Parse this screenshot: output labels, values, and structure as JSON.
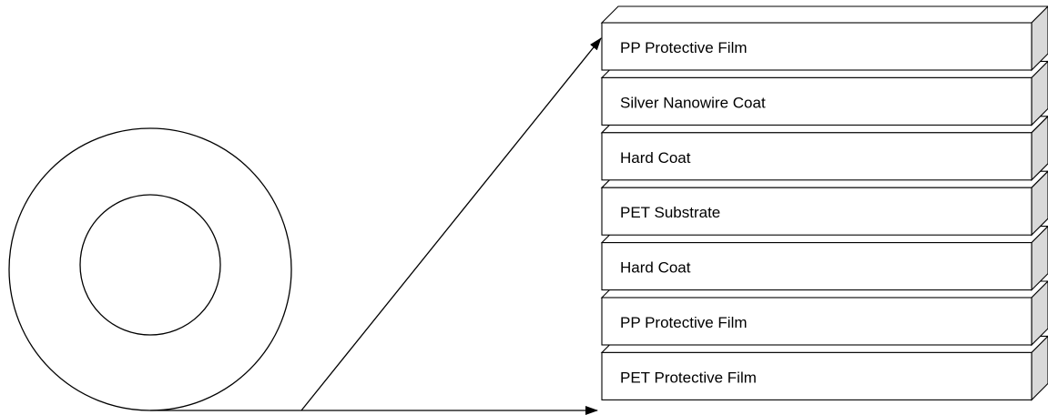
{
  "diagram": {
    "layers": [
      {
        "label": "PP Protective Film"
      },
      {
        "label": "Silver Nanowire Coat"
      },
      {
        "label": "Hard Coat"
      },
      {
        "label": "PET Substrate"
      },
      {
        "label": "Hard Coat"
      },
      {
        "label": "PP Protective Film"
      },
      {
        "label": "PET Protective Film"
      }
    ],
    "colors": {
      "stroke": "#000000",
      "face": "#ffffff",
      "side": "#d9d9d9",
      "top": "#ffffff"
    }
  }
}
